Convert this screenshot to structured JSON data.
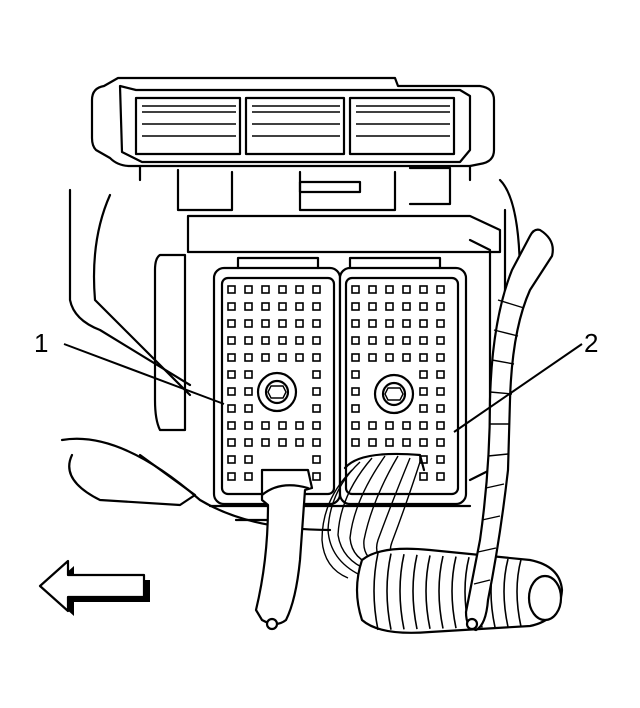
{
  "callouts": [
    {
      "id": "1",
      "label": "1"
    },
    {
      "id": "2",
      "label": "2"
    }
  ],
  "colors": {
    "line": "#000000",
    "background": "#ffffff"
  },
  "icons": {
    "direction_arrow": "left-arrow-icon"
  }
}
